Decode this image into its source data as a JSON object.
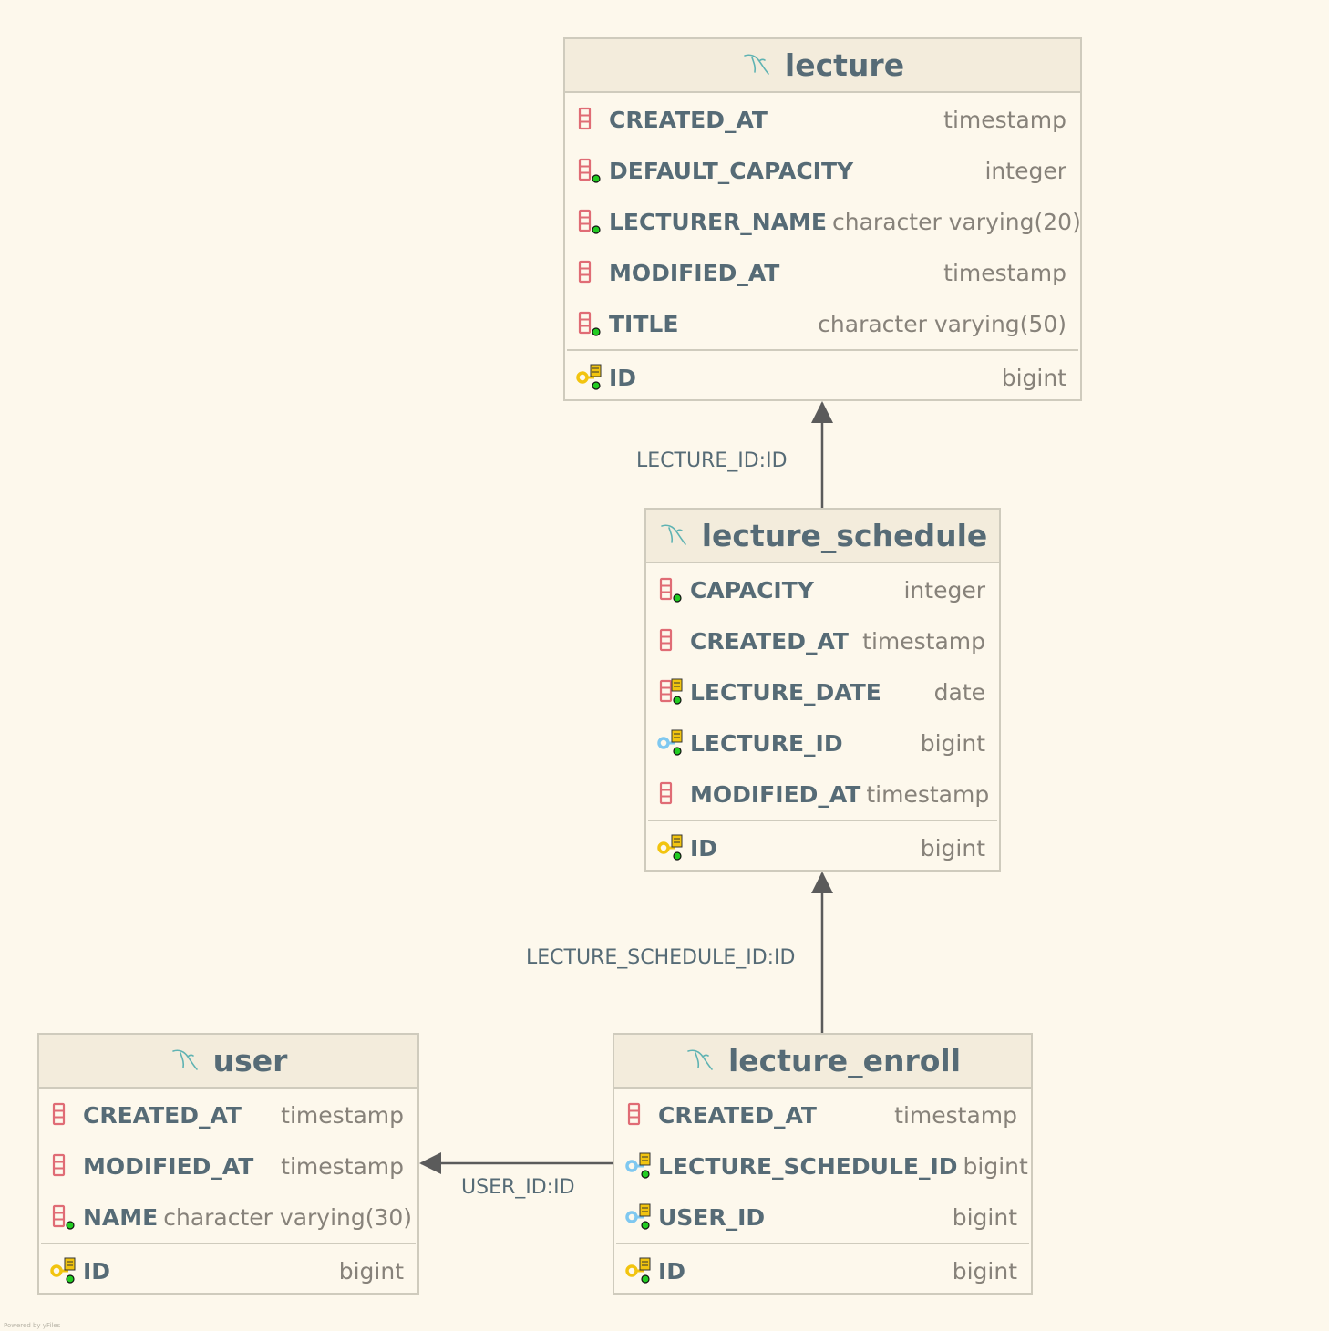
{
  "tables": {
    "lecture": {
      "name": "lecture",
      "columns": [
        {
          "name": "CREATED_AT",
          "type": "timestamp",
          "icon": "column-icon"
        },
        {
          "name": "DEFAULT_CAPACITY",
          "type": "integer",
          "icon": "column-not-null-icon"
        },
        {
          "name": "LECTURER_NAME",
          "type": "character varying(20)",
          "icon": "column-not-null-icon"
        },
        {
          "name": "MODIFIED_AT",
          "type": "timestamp",
          "icon": "column-icon"
        },
        {
          "name": "TITLE",
          "type": "character varying(50)",
          "icon": "column-not-null-icon"
        }
      ],
      "pk": {
        "name": "ID",
        "type": "bigint",
        "icon": "primary-key-icon"
      }
    },
    "lecture_schedule": {
      "name": "lecture_schedule",
      "columns": [
        {
          "name": "CAPACITY",
          "type": "integer",
          "icon": "column-not-null-icon"
        },
        {
          "name": "CREATED_AT",
          "type": "timestamp",
          "icon": "column-icon"
        },
        {
          "name": "LECTURE_DATE",
          "type": "date",
          "icon": "indexed-column-icon"
        },
        {
          "name": "LECTURE_ID",
          "type": "bigint",
          "icon": "foreign-key-icon"
        },
        {
          "name": "MODIFIED_AT",
          "type": "timestamp",
          "icon": "column-icon"
        }
      ],
      "pk": {
        "name": "ID",
        "type": "bigint",
        "icon": "primary-key-icon"
      }
    },
    "user": {
      "name": "user",
      "columns": [
        {
          "name": "CREATED_AT",
          "type": "timestamp",
          "icon": "column-icon"
        },
        {
          "name": "MODIFIED_AT",
          "type": "timestamp",
          "icon": "column-icon"
        },
        {
          "name": "NAME",
          "type": "character varying(30)",
          "icon": "column-not-null-icon"
        }
      ],
      "pk": {
        "name": "ID",
        "type": "bigint",
        "icon": "primary-key-icon"
      }
    },
    "lecture_enroll": {
      "name": "lecture_enroll",
      "columns": [
        {
          "name": "CREATED_AT",
          "type": "timestamp",
          "icon": "column-icon"
        },
        {
          "name": "LECTURE_SCHEDULE_ID",
          "type": "bigint",
          "icon": "foreign-key-icon"
        },
        {
          "name": "USER_ID",
          "type": "bigint",
          "icon": "foreign-key-icon"
        }
      ],
      "pk": {
        "name": "ID",
        "type": "bigint",
        "icon": "primary-key-icon"
      }
    }
  },
  "relations": [
    {
      "label": "LECTURE_ID:ID",
      "from": "lecture_schedule",
      "to": "lecture"
    },
    {
      "label": "LECTURE_SCHEDULE_ID:ID",
      "from": "lecture_enroll",
      "to": "lecture_schedule"
    },
    {
      "label": "USER_ID:ID",
      "from": "lecture_enroll",
      "to": "user"
    }
  ],
  "footer": "Powered by yFiles",
  "colors": {
    "background": "#fdf8ec",
    "header": "#f3ecdc",
    "border": "#cfcbbd",
    "name_text": "#566b76",
    "type_text": "#87827a",
    "column_icon": "#e06c75",
    "pk_key": "#f2c40f",
    "fk_key": "#7fc8f0",
    "not_null_dot": "#22cc22"
  }
}
